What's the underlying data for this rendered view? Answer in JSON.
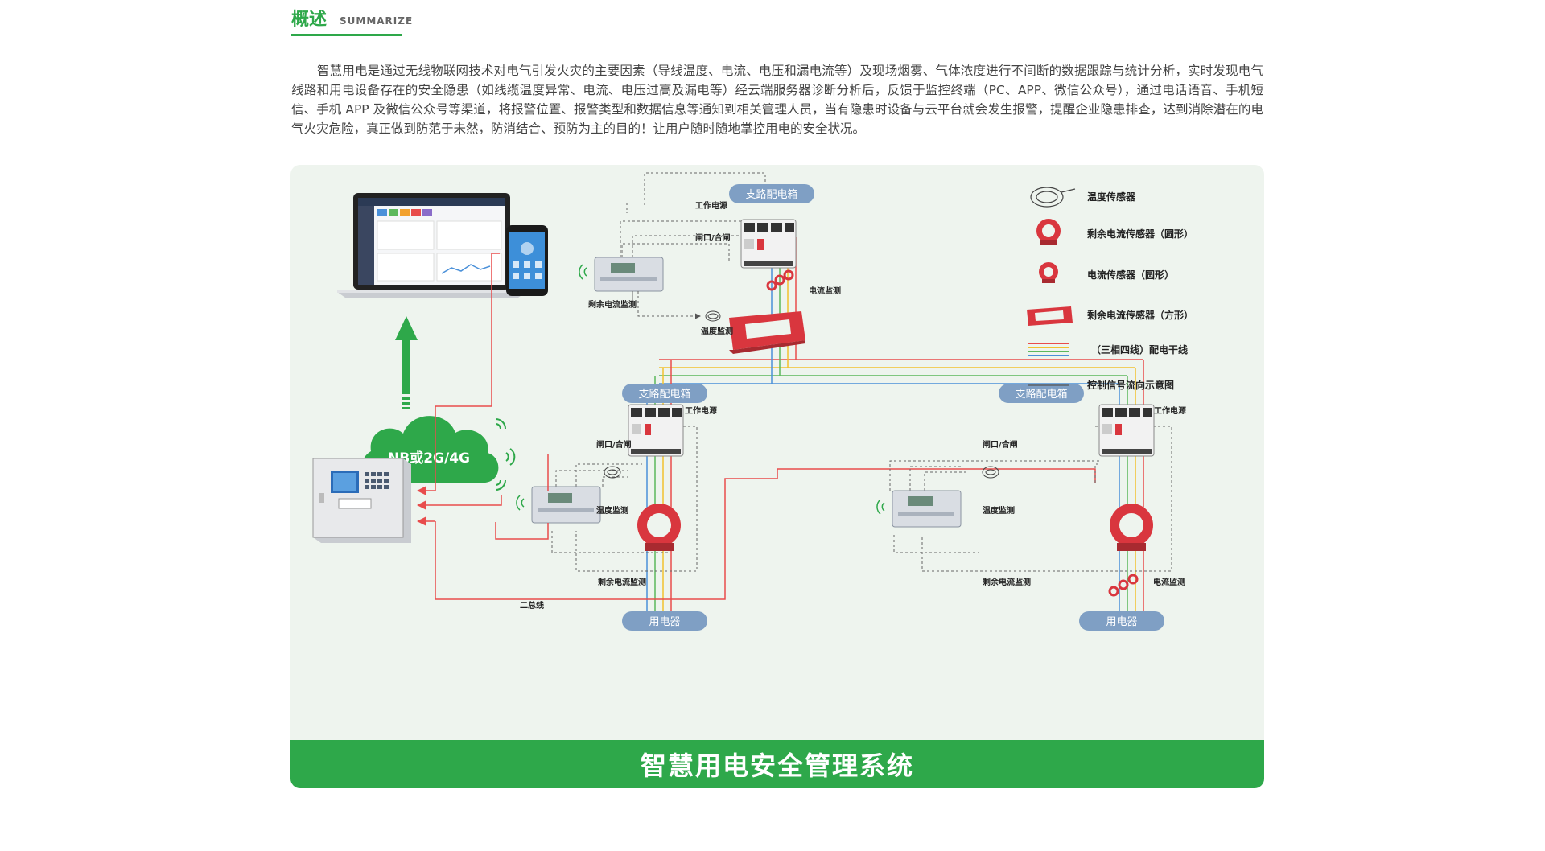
{
  "section": {
    "title": "概述",
    "subtitle": "SUMMARIZE"
  },
  "intro_text": "智慧用电是通过无线物联网技术对电气引发火灾的主要因素（导线温度、电流、电压和漏电流等）及现场烟雾、气体浓度进行不间断的数据跟踪与统计分析，实时发现电气线路和用电设备存在的安全隐患（如线缆温度异常、电流、电压过高及漏电等）经云端服务器诊断分析后，反馈于监控终端（PC、APP、微信公众号），通过电话语音、手机短信、手机 APP 及微信公众号等渠道，将报警位置、报警类型和数据信息等通知到相关管理人员，当有隐患时设备与云平台就会发生报警，提醒企业隐患排查，达到消除潜在的电气火灾危险，真正做到防范于未然，防消结合、预防为主的目的！让用户随时随地掌控用电的安全状况。",
  "diagram": {
    "cloud_label": "NB或2G/4G",
    "top_box": {
      "badge": "支路配电箱",
      "work_power": "工作电源",
      "switch": "闸口/合闸",
      "residual": "剩余电流监测",
      "temp": "温度监测",
      "current": "电流监测"
    },
    "left_box": {
      "badge": "支路配电箱",
      "work_power": "工作电源",
      "switch": "闸口/合闸",
      "temp": "温度监测",
      "residual": "剩余电流监测",
      "load": "用电器",
      "bus": "二总线"
    },
    "right_box": {
      "badge": "支路配电箱",
      "work_power": "工作电源",
      "switch": "闸口/合闸",
      "temp": "温度监测",
      "residual": "剩余电流监测",
      "current": "电流监测",
      "load": "用电器"
    },
    "legend": [
      {
        "icon": "temp-sensor-icon",
        "label": "温度传感器"
      },
      {
        "icon": "residual-current-round-icon",
        "label": "剩余电流传感器（圆形）"
      },
      {
        "icon": "current-sensor-round-icon",
        "label": "电流传感器（圆形）"
      },
      {
        "icon": "residual-current-square-icon",
        "label": "剩余电流传感器（方形）"
      },
      {
        "icon": "three-phase-line-icon",
        "label": "（三相四线）配电干线"
      },
      {
        "icon": "control-signal-line-icon",
        "label": "控制信号流向示意图"
      }
    ],
    "banner_title": "智慧用电安全管理系统"
  },
  "colors": {
    "accent": "#2ea84a",
    "badge": "#7f9fc4",
    "sensor_red": "#d9363e",
    "phase_red": "#e84c4c",
    "phase_yellow": "#f2c12e",
    "phase_green": "#5cb85c",
    "phase_blue": "#4a90d9"
  }
}
